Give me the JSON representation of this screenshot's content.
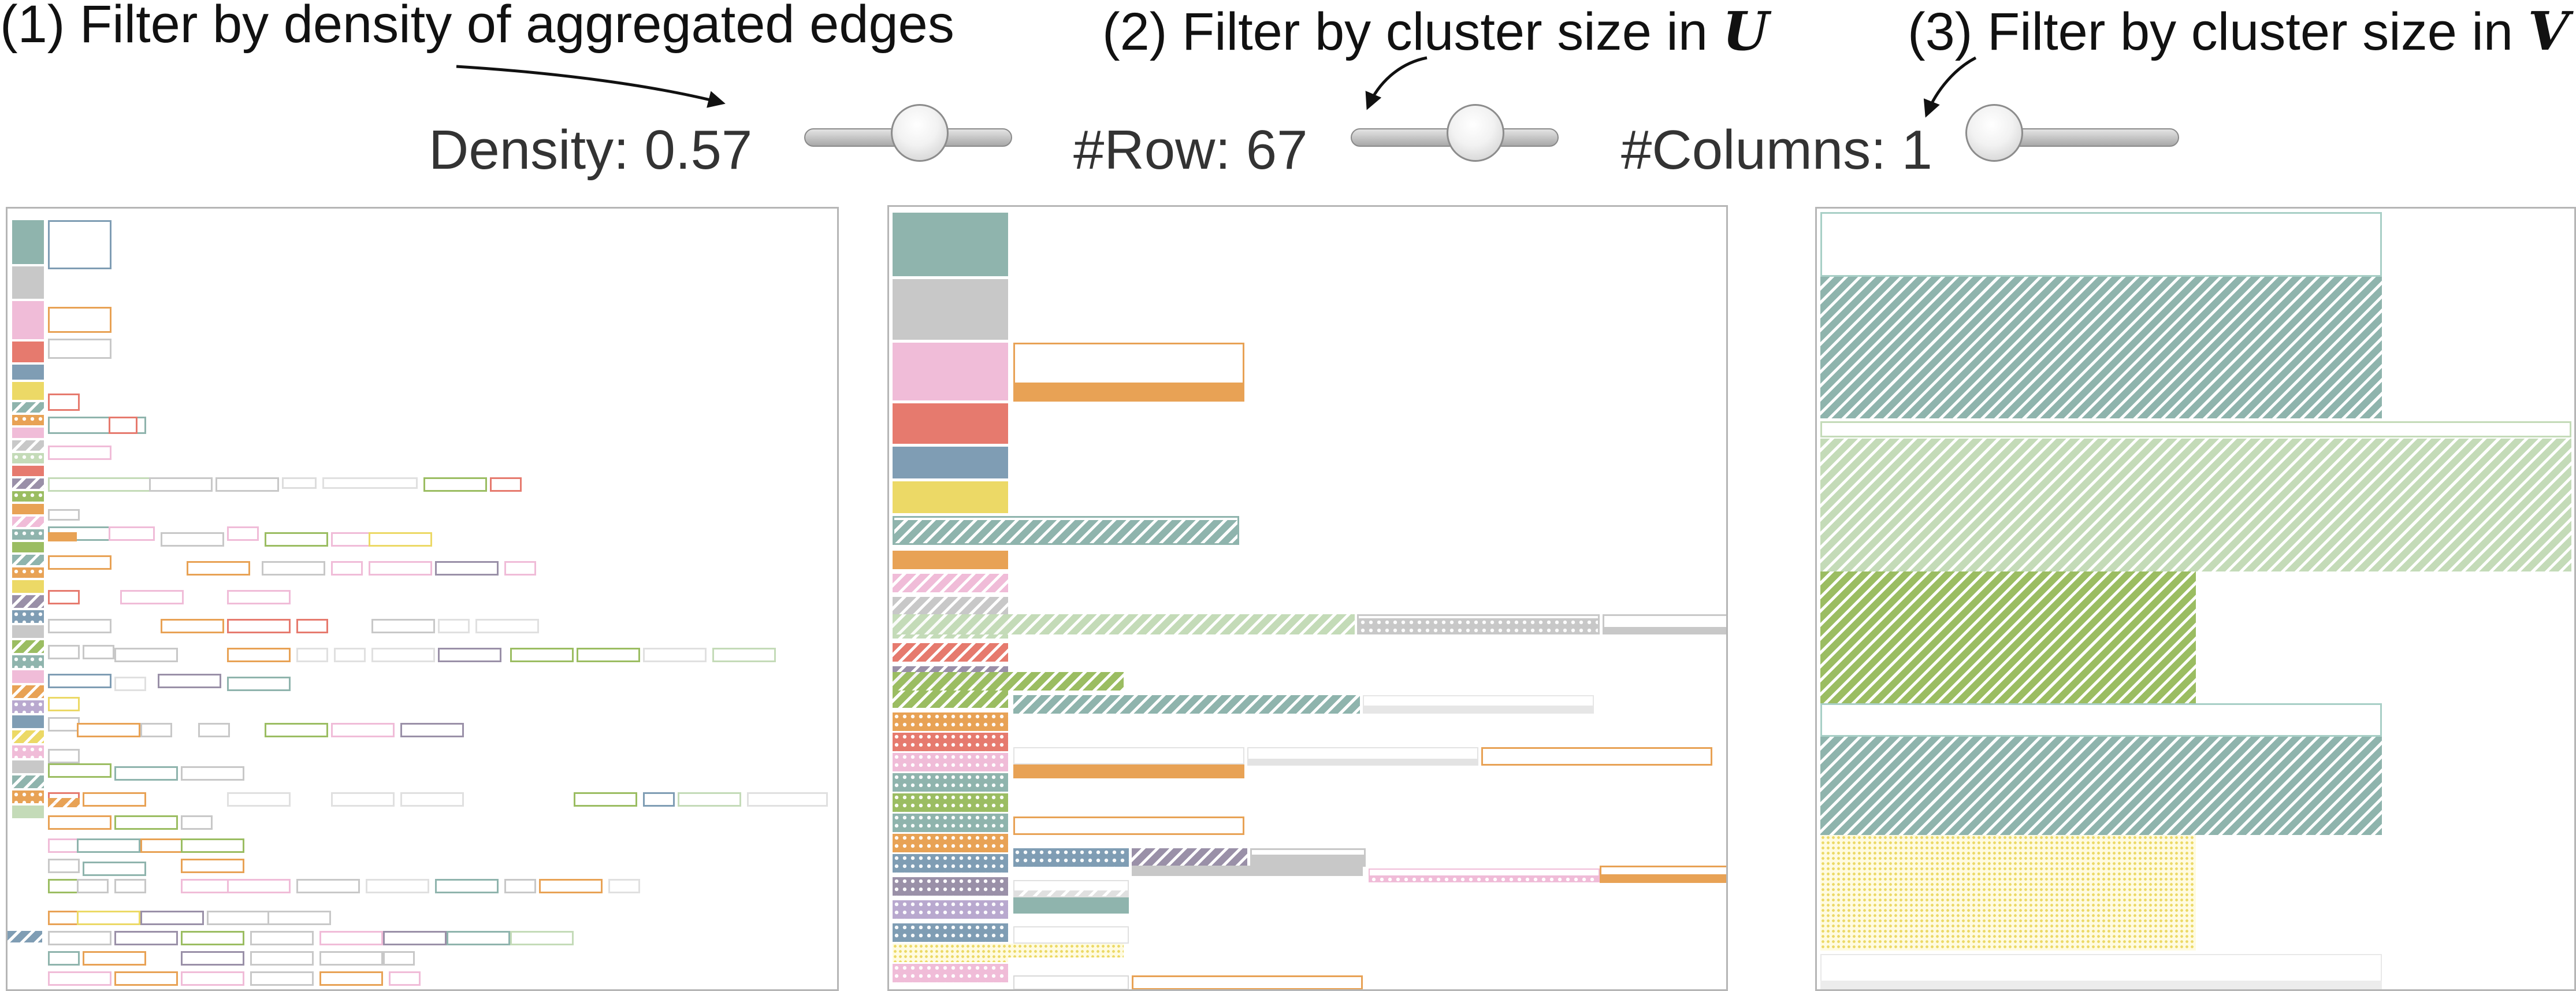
{
  "captions": {
    "c1": "(1) Filter by density of aggregated edges",
    "c2_text": "(2) Filter by cluster size in ",
    "c2_var": "U",
    "c3_text": "(3) Filter by cluster size in ",
    "c3_var": "V"
  },
  "controls": {
    "density": {
      "label": "Density: 0.57",
      "value": 0.57,
      "position": 0.57
    },
    "rows": {
      "label": "#Row: 67",
      "value": 67,
      "position": 0.63
    },
    "columns": {
      "label": "#Columns: 1",
      "value": 1,
      "position": 0.0
    }
  },
  "palette": {
    "teal": "#8fb4ad",
    "gray": "#c8c8c8",
    "pink": "#f0bcd8",
    "red": "#e67a6e",
    "blue": "#7f9db4",
    "yellow": "#ecd966",
    "orange": "#e8a255",
    "lightgreen": "#c4dbb8",
    "green": "#9bbd62",
    "purple": "#9a90a8",
    "lavender": "#b9a9cf"
  }
}
